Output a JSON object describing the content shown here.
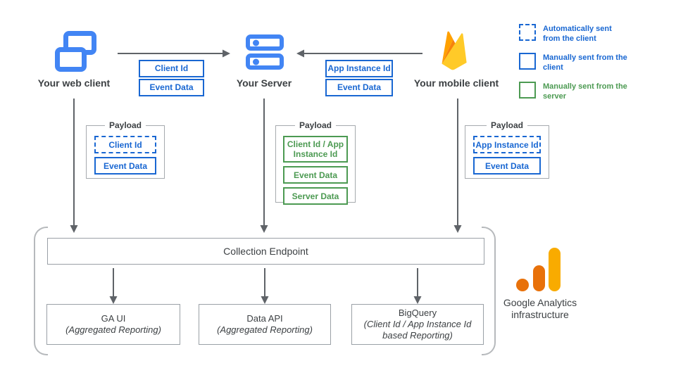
{
  "nodes": {
    "web_client": {
      "label": "Your web client"
    },
    "server": {
      "label": "Your Server"
    },
    "mobile_client": {
      "label": "Your mobile client"
    }
  },
  "arrows": {
    "web_to_server": {
      "tags": [
        {
          "label": "Client Id",
          "style": "blue-solid"
        },
        {
          "label": "Event Data",
          "style": "blue-solid"
        }
      ]
    },
    "mobile_to_server": {
      "tags": [
        {
          "label": "App Instance Id",
          "style": "blue-solid"
        },
        {
          "label": "Event Data",
          "style": "blue-solid"
        }
      ]
    }
  },
  "payloads": {
    "web": {
      "title": "Payload",
      "items": [
        {
          "label": "Client Id",
          "style": "blue-dashed"
        },
        {
          "label": "Event Data",
          "style": "blue-solid"
        }
      ]
    },
    "server": {
      "title": "Payload",
      "items": [
        {
          "label": "Client Id / App Instance Id",
          "style": "green-solid"
        },
        {
          "label": "Event Data",
          "style": "green-solid"
        },
        {
          "label": "Server Data",
          "style": "green-solid"
        }
      ]
    },
    "mobile": {
      "title": "Payload",
      "items": [
        {
          "label": "App Instance Id",
          "style": "blue-dashed"
        },
        {
          "label": "Event Data",
          "style": "blue-solid"
        }
      ]
    }
  },
  "legend": {
    "items": [
      {
        "label": "Automatically sent from the client",
        "style": "blue-dashed",
        "text_color": "blue"
      },
      {
        "label": "Manually sent from the client",
        "style": "blue-solid",
        "text_color": "blue"
      },
      {
        "label": "Manually sent from the server",
        "style": "green-solid",
        "text_color": "green"
      }
    ]
  },
  "infrastructure": {
    "endpoint": {
      "label": "Collection Endpoint"
    },
    "services": [
      {
        "name": "GA UI",
        "detail": "(Aggregated Reporting)"
      },
      {
        "name": "Data API",
        "detail": "(Aggregated Reporting)"
      },
      {
        "name": "BigQuery",
        "detail": "(Client Id / App Instance Id based Reporting)"
      }
    ],
    "caption": "Google Analytics infrastructure"
  },
  "colors": {
    "icon_blue": "#4285f4",
    "tag_blue": "#1967d2",
    "green": "#4c9a52",
    "arrow_gray": "#5f6368",
    "box_border_gray": "#9aa0a6",
    "bracket_gray": "#b6b9bc",
    "firebase_orange": "#ffa000",
    "firebase_deep_orange": "#f6820c",
    "firebase_amber": "#ffca28",
    "ga_orange": "#e8710a",
    "ga_amber": "#f9ab00"
  }
}
